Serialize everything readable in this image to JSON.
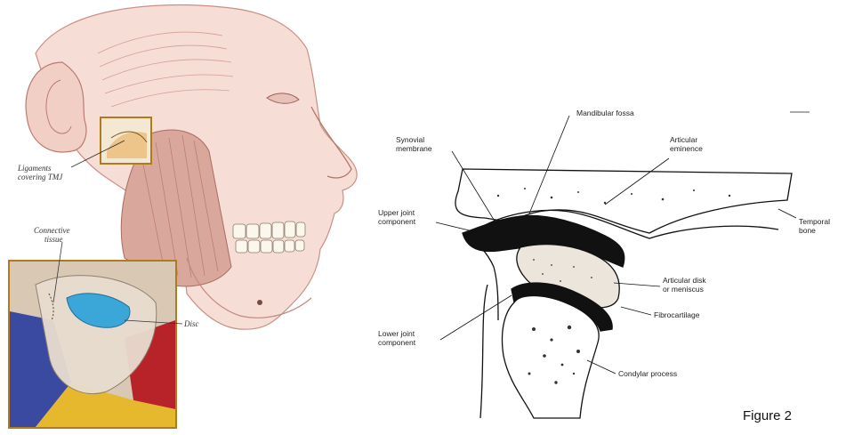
{
  "left_illustration": {
    "callouts": {
      "ligaments": [
        "Ligaments",
        "covering TMJ"
      ],
      "connective_tissue": [
        "Connective",
        "tissue"
      ],
      "disc": "Disc"
    }
  },
  "right_diagram": {
    "labels": {
      "mandibular_fossa": "Mandibular fossa",
      "synovial_membrane": [
        "Synovial",
        "membrane"
      ],
      "articular_eminence": [
        "Articular",
        "eminence"
      ],
      "upper_joint_component": [
        "Upper joint",
        "component"
      ],
      "temporal_bone": [
        "Temporal",
        "bone"
      ],
      "articular_disk": [
        "Articular disk",
        "or meniscus"
      ],
      "fibrocartilage": "Fibrocartilage",
      "lower_joint_component": [
        "Lower joint",
        "component"
      ],
      "condylar_process": "Condylar process"
    },
    "caption": "Figure 2"
  },
  "colors": {
    "skin": "#f3d6cd",
    "muscle": "#d9a79b",
    "inset_blue": "#3a4aa0",
    "inset_red": "#b8232a",
    "inset_yellow": "#e6b82e",
    "disc": "#3aa7d8",
    "callout_box": "#b07a1e"
  }
}
